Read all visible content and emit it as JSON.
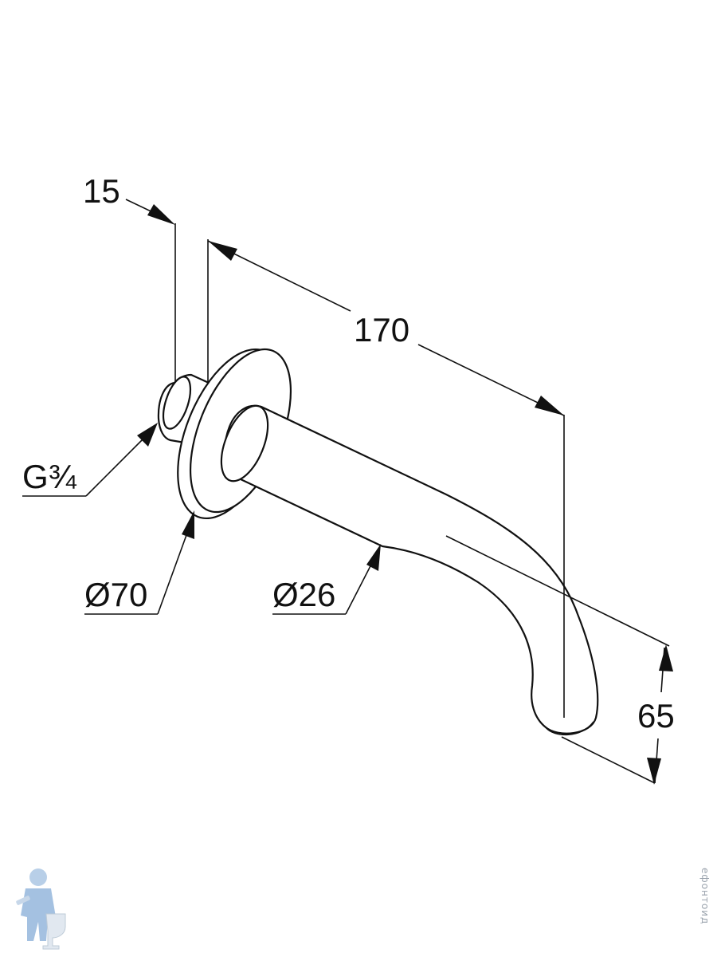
{
  "dimensions": {
    "flange_thickness": "15",
    "projection_length": "170",
    "thread_size": "G¾",
    "flange_diameter": "Ø70",
    "spout_diameter": "Ø26",
    "spout_drop": "65"
  },
  "watermark": {
    "text": "ефонтоид",
    "logo_icon": "plumber-with-toilet-icon"
  }
}
